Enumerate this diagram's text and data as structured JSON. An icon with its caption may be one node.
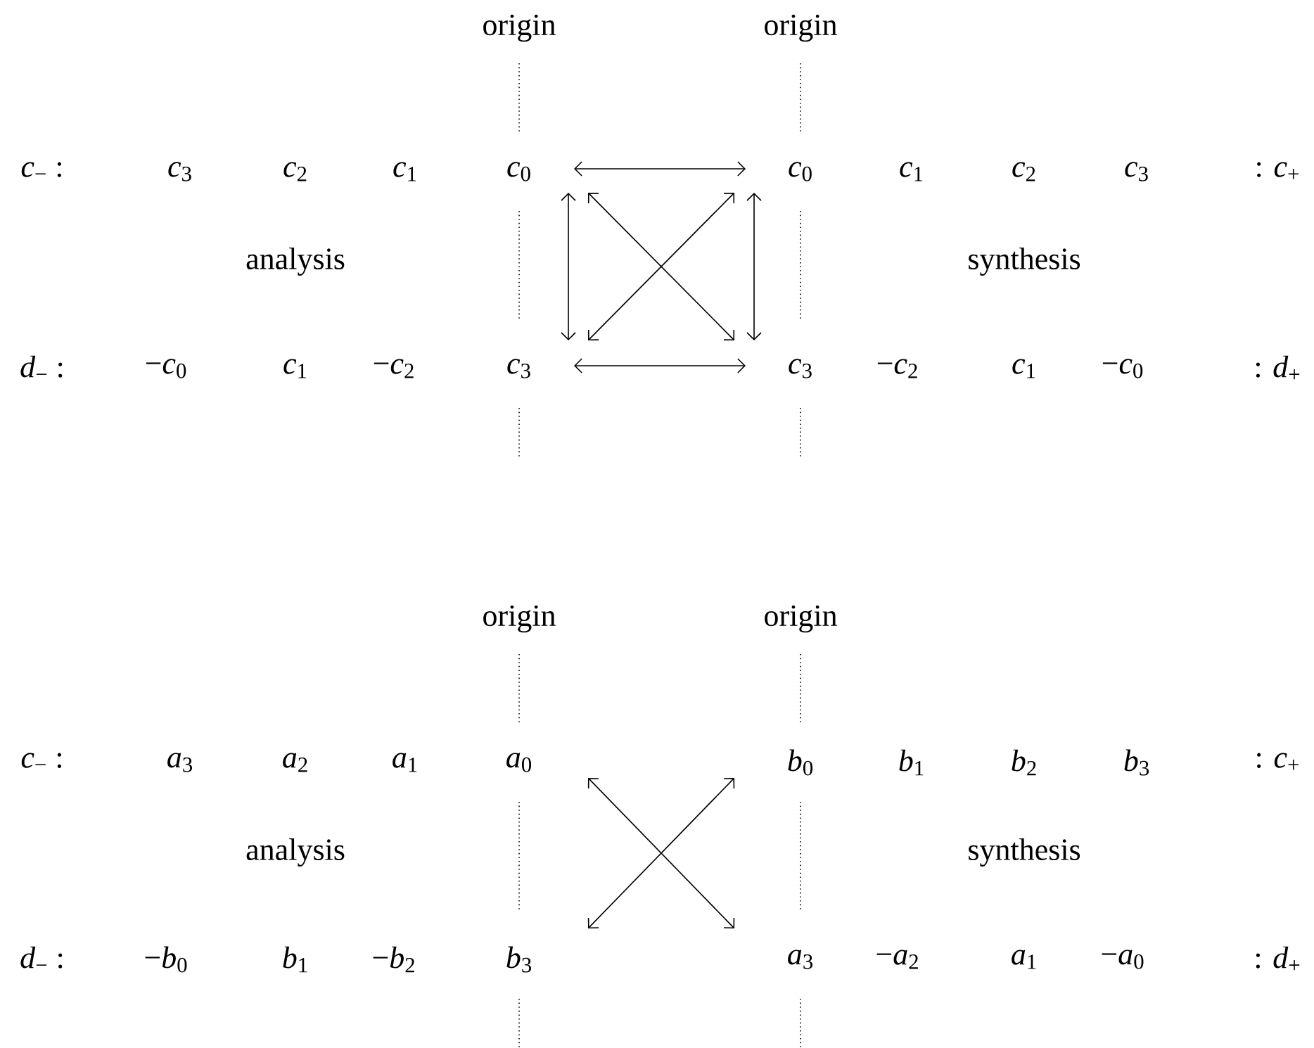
{
  "diagram": {
    "nodes": [
      {
        "text": [
          "*c*$_{0}$"
        ]
      },
      {
        "text": [
          "*c*$_{0}$"
        ]
      },
      {
        "text": [
          "*c*$_{3}$"
        ]
      },
      {
        "text": [
          "*c*$_{3}$"
        ]
      },
      {
        "text": [
          "*a*$_{0}$"
        ]
      },
      {
        "text": [
          "*b*$_{0}$"
        ]
      },
      {
        "text": [
          "*b*$_{3}$"
        ]
      },
      {
        "text": [
          "*a*$_{3}$"
        ]
      }
    ],
    "edges": [
      {
        "from": 0,
        "to": 1,
        "arrow": "both"
      },
      {
        "from": 0,
        "to": 2,
        "arrow": "both"
      },
      {
        "from": 1,
        "to": 3,
        "arrow": "both"
      },
      {
        "from": 0,
        "to": 3,
        "arrow": "both"
      },
      {
        "from": 2,
        "to": 1,
        "arrow": "both"
      },
      {
        "from": 2,
        "to": 3,
        "arrow": "both"
      },
      {
        "from": 4,
        "to": 7,
        "arrow": "both"
      },
      {
        "from": 6,
        "to": 5,
        "arrow": "both"
      }
    ],
    "labels": [
      "origin",
      "origin",
      "*c*$_{−}$ :",
      "*c*$_{3}$",
      "*c*$_{2}$",
      "*c*$_{1}$",
      "*c*$_{1}$",
      "*c*$_{2}$",
      "*c*$_{3}$",
      ": *c*$_{+}$",
      "analysis",
      "synthesis",
      "*d*$_{−}$ :",
      "−*c*$_{0}$",
      "*c*$_{1}$",
      "−*c*$_{2}$",
      "−*c*$_{2}$",
      "*c*$_{1}$",
      "−*c*$_{0}$",
      ": *d*$_{+}$",
      "origin",
      "origin",
      "*c*$_{−}$ :",
      "*a*$_{3}$",
      "*a*$_{2}$",
      "*a*$_{1}$",
      "*b*$_{1}$",
      "*b*$_{2}$",
      "*b*$_{3}$",
      ": *c*$_{+}$",
      "analysis",
      "synthesis",
      "*d*$_{−}$ :",
      "−*b*$_{0}$",
      "*b*$_{1}$",
      "−*b*$_{2}$",
      "−*a*$_{2}$",
      "*a*$_{1}$",
      "−*a*$_{0}$",
      ": *d*$_{+}$"
    ]
  }
}
